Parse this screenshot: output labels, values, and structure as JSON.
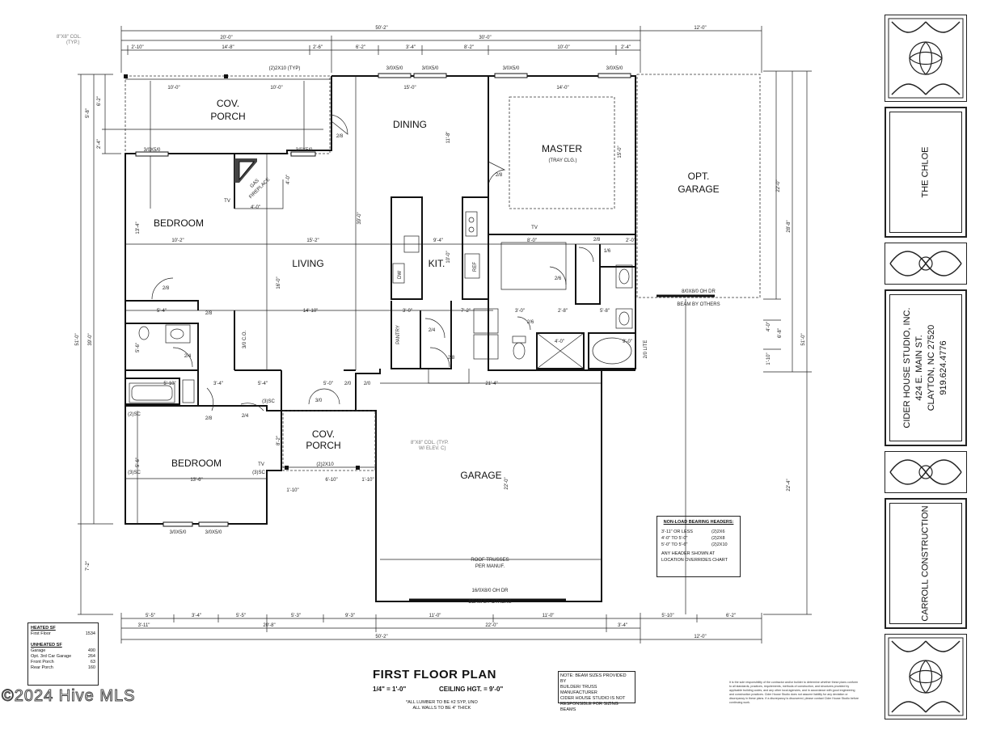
{
  "plan": {
    "title": "FIRST FLOOR PLAN",
    "scale": "1/4\" = 1'-0\"",
    "ceiling": "CEILING HGT. = 9'-0\"",
    "notes": [
      "*ALL LUMBER TO BE #2 SYP, UNO",
      "ALL WALLS TO BE 4\" THICK"
    ]
  },
  "rooms": {
    "cov_porch_top": [
      "COV.",
      "PORCH"
    ],
    "dining": "DINING",
    "master": "MASTER",
    "master_sub": "(TRAY CLG.)",
    "opt_garage": [
      "OPT.",
      "GARAGE"
    ],
    "bedroom1": "BEDROOM",
    "living": "LIVING",
    "kit": "KIT.",
    "bedroom2": "BEDROOM",
    "cov_porch_front": [
      "COV.",
      "PORCH"
    ],
    "garage": "GARAGE",
    "fireplace": [
      "GAS",
      "FIREPLACE"
    ],
    "pantry": "PANTRY",
    "ref": "REF",
    "dw": "DW"
  },
  "dimensions": {
    "top_overall": "50'-2\"",
    "top_garage": "12'-0\"",
    "top_left": "20'-0\"",
    "top_right": "30'-0\"",
    "top_segments": [
      "2'-10\"",
      "14'-8\"",
      "2'-6\"",
      "6'-2\"",
      "3'-4\"",
      "8'-2\"",
      "10'-0\"",
      "2'-4\""
    ],
    "bottom_segments": [
      "5'-5\"",
      "3'-4\"",
      "5'-5\"",
      "5'-3\"",
      "9'-3\"",
      "11'-0\"",
      "11'-0\"",
      "5'-10\"",
      "6'-2\""
    ],
    "bottom_row2": [
      "3'-11\"",
      "20'-8\"",
      "22'-0\"",
      "3'-4\""
    ],
    "bottom_overall": "50'-2\"",
    "bottom_garage": "12'-0\"",
    "interior": {
      "porch_top": [
        "10'-0\"",
        "10'-0\""
      ],
      "dining_w": "15'-0\"",
      "master_w": "14'-0\"",
      "bed1_w": "10'-2\"",
      "living_w": "15'-2\"",
      "kit_w": "9'-4\"",
      "hall_w": "14'-10\"",
      "garage_w": "21'-4\"",
      "bed2_w": "13'-6\"",
      "garage_d": "22'-0\"",
      "opt_garage_d": "22'-0\"",
      "fp_w": "4'-0\"",
      "porch_front_w": "6'-10\"",
      "porch_front_r": "1'-10\"",
      "porch_front_l": "1'-10\"",
      "master_d": "15'-0\"",
      "dining_d": "11'-8\"",
      "living_d": "16'-0\"",
      "depth_left": "51'-0\"",
      "depth_left_inner": "39'-0\"",
      "depth_right": "51'-0\"",
      "depth_right_top": "28'-8\"",
      "depth_right_bottom": "22'-4\"",
      "right_small": [
        "4'-0\"",
        "6'-8\"",
        "1'-10\""
      ],
      "left_small": [
        "5'-8\"",
        "6'-2\"",
        "2'-4\"",
        "13'-4\"",
        "5'-6\"",
        "8'-2\"",
        "7'-2\"",
        "5'-6\""
      ],
      "bath_widths": [
        "8'-0\"",
        "3'-0\"",
        "4'-0\"",
        "9'-0\"",
        "5'-8\"",
        "2'-8\"",
        "5'-4\"",
        "5'-10\"",
        "5'-0\"",
        "3'-4\"",
        "2'-0\""
      ],
      "kit_d": "10'-0\"",
      "hall_items": [
        "5'-4\"",
        "3'-0\"",
        "7'-2\""
      ]
    }
  },
  "windows": [
    "3/0X5/0",
    "3/0X5/0",
    "3/0X5/0",
    "3/0X5/0",
    "3/0X5/0",
    "3/0X5/0",
    "3/0X5/0",
    "3/0X5/0"
  ],
  "doors": [
    "2/8",
    "2/8",
    "2/8",
    "2/8",
    "2/8",
    "2/4",
    "2/4",
    "2/4",
    "2/8",
    "2/6",
    "2/6",
    "3/0",
    "2/0",
    "2/0",
    "1/6",
    "2/8"
  ],
  "labels": {
    "col_top": [
      "8\"X8\" COL.",
      "(TYP.)"
    ],
    "col_front": [
      "8\"X8\" COL. (TYP.",
      "W/ ELEV. C)"
    ],
    "header_typ": "(2)2X10 (TYP)",
    "header_front": "(2)2X10",
    "opt_door": "8/0X8/0 OH DR",
    "beam_opt": "BEAM BY OTHERS",
    "garage_door": "16/0X8/0 OH DR",
    "beam_garage": "BEAM BY OTHERS",
    "roof_trusses": [
      "ROOF TRUSSES",
      "PER MANUF."
    ],
    "tv": "TV",
    "sc": "(2)SC",
    "sc3": "(3)SC",
    "co": "3/0 C.O.",
    "stair": "2/0 LITE"
  },
  "headers_table": {
    "title": "NON-LOAD BEARING HEADERS:",
    "rows": [
      [
        "3'-11\" OR LESS",
        "(2)2X6"
      ],
      [
        "4'-0\" TO 5'-0\"",
        "(2)2X8"
      ],
      [
        "5'-0\" TO 5'-6\"",
        "(2)2X10"
      ]
    ],
    "note": [
      "ANY HEADER SHOWN AT",
      "LOCATION OVERRIDES CHART"
    ]
  },
  "sqft": {
    "heated_title": "HEATED SF",
    "heated": [
      [
        "First Floor",
        "1534"
      ]
    ],
    "unheated_title": "UNHEATED SF",
    "unheated": [
      [
        "Garage",
        "490"
      ],
      [
        "Opt. 3rd Car Garage",
        "264"
      ],
      [
        "Front Porch",
        "63"
      ],
      [
        "Rear Porch",
        "160"
      ]
    ]
  },
  "beam_note": [
    "NOTE: BEAM SIZES PROVIDED BY",
    "BUILDER/ TRUSS MANUFACTURER",
    "CIDER HOUSE STUDIO IS NOT",
    "RESPONSIBLE FOR SIZING BEAMS"
  ],
  "legal": "It is the sole responsibility of the contractor and/or builder to determine whether these plans conform to all standards, practices, requirements, methods of construction, and structures provided by applicable building codes, and any other local agencies, and in accordance with good engineering and construction practices. Cider House Studio does not assume liability for any deviation or discrepancy in these plans. If a discrepancy is discovered, please contact Cider House Studio before continuing work.",
  "sidebar": {
    "plan_name": "THE CHLOE",
    "studio": [
      "CIDER HOUSE STUDIO, INC.",
      "424 E. MAIN ST.",
      "CLAYTON, NC 27520",
      "919.624.4776"
    ],
    "builder": "CARROLL CONSTRUCTION"
  },
  "watermark": "©2024 Hive MLS"
}
